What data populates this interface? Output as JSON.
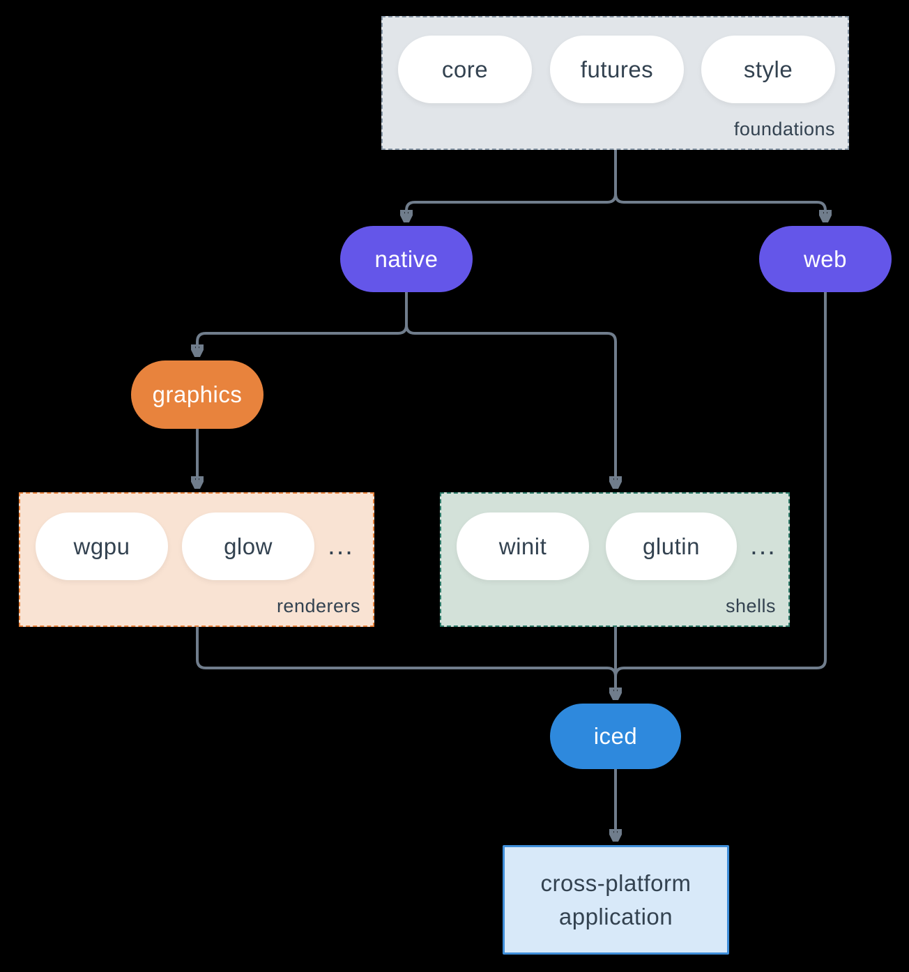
{
  "colors": {
    "background": "#000000",
    "arrow": "#707D8C",
    "purple": "#6456E9",
    "orange": "#E8833D",
    "blue": "#2E89DD",
    "foundations_fill": "#E1E5E9",
    "foundations_border": "#8595A5",
    "renderers_fill": "#F9E3D3",
    "renderers_border": "#E8833D",
    "shells_fill": "#D3E1D9",
    "shells_border": "#2F7D6B",
    "application_fill": "#D8E9F9",
    "application_border": "#3F8ED9",
    "pill_fill": "#FFFFFF",
    "text_dark": "#334250",
    "text_light": "#FFFFFF"
  },
  "groups": {
    "foundations": {
      "label": "foundations",
      "items": [
        "core",
        "futures",
        "style"
      ]
    },
    "renderers": {
      "label": "renderers",
      "items": [
        "wgpu",
        "glow"
      ],
      "ellipsis": "..."
    },
    "shells": {
      "label": "shells",
      "items": [
        "winit",
        "glutin"
      ],
      "ellipsis": "..."
    }
  },
  "nodes": {
    "native": {
      "label": "native"
    },
    "web": {
      "label": "web"
    },
    "graphics": {
      "label": "graphics"
    },
    "iced": {
      "label": "iced"
    },
    "application": {
      "line1": "cross-platform",
      "line2": "application"
    }
  }
}
